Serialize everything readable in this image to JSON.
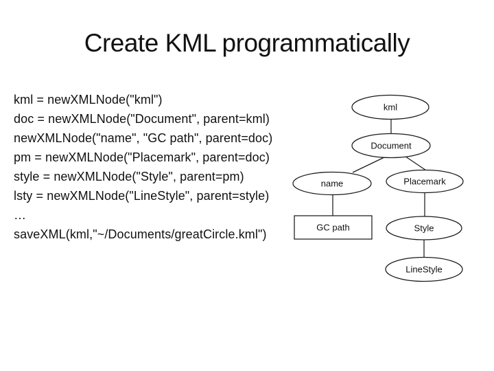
{
  "slide": {
    "title": "Create KML programmatically",
    "code_lines": [
      "kml = newXMLNode(\"kml\")",
      "doc = newXMLNode(\"Document\", parent=kml)",
      "newXMLNode(\"name\", \"GC path\", parent=doc)",
      "pm = newXMLNode(\"Placemark\", parent=doc)",
      "style = newXMLNode(\"Style\", parent=pm)",
      "lsty = newXMLNode(\"LineStyle\", parent=style)",
      "…",
      "saveXML(kml,\"~/Documents/greatCircle.kml\")"
    ]
  },
  "diagram": {
    "description": "Tree of KML document structure",
    "nodes": [
      {
        "id": "kml",
        "label": "kml",
        "shape": "ellipse"
      },
      {
        "id": "document",
        "label": "Document",
        "shape": "ellipse"
      },
      {
        "id": "name",
        "label": "name",
        "shape": "ellipse"
      },
      {
        "id": "placemark",
        "label": "Placemark",
        "shape": "ellipse"
      },
      {
        "id": "gcpath",
        "label": "GC path",
        "shape": "rect"
      },
      {
        "id": "style",
        "label": "Style",
        "shape": "ellipse"
      },
      {
        "id": "linestyle",
        "label": "LineStyle",
        "shape": "ellipse"
      }
    ],
    "edges": [
      {
        "from": "kml",
        "to": "document"
      },
      {
        "from": "document",
        "to": "name"
      },
      {
        "from": "document",
        "to": "placemark"
      },
      {
        "from": "name",
        "to": "gcpath"
      },
      {
        "from": "placemark",
        "to": "style"
      },
      {
        "from": "style",
        "to": "linestyle"
      }
    ]
  },
  "colors": {
    "background": "#ffffff",
    "text": "#111111",
    "stroke": "#1a1a1a"
  }
}
